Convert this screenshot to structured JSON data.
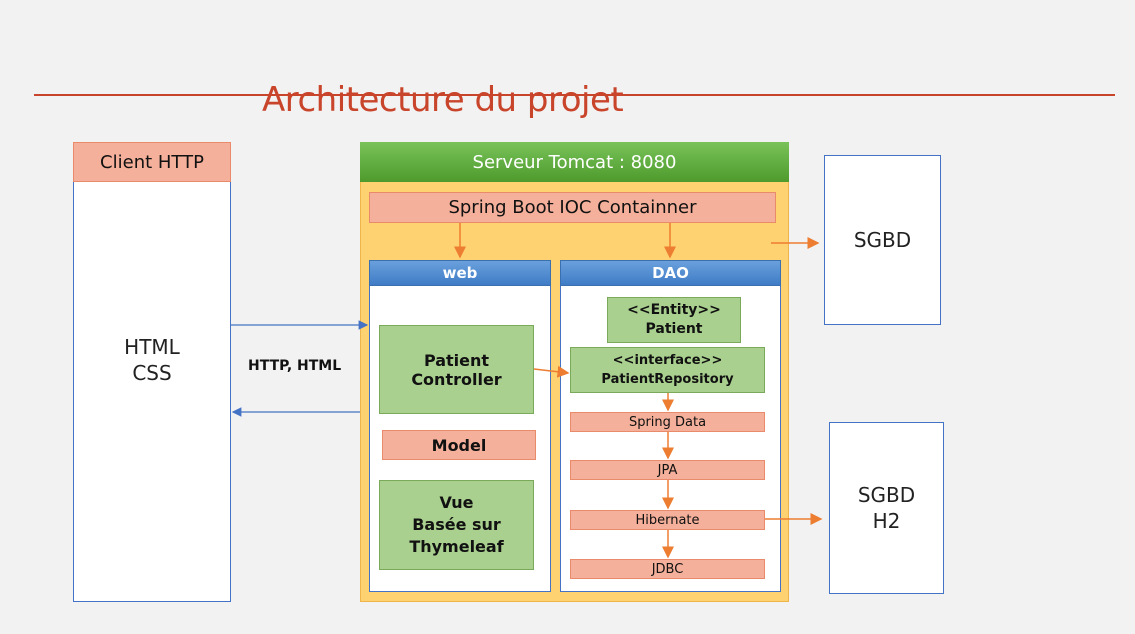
{
  "title": "Architecture du projet",
  "client": {
    "header": "Client HTTP",
    "lines": [
      "HTML",
      "CSS"
    ]
  },
  "connection_label": "HTTP, HTML",
  "server": {
    "header": "Serveur Tomcat : 8080",
    "container": "Spring Boot IOC Containner",
    "web": {
      "header": "web",
      "controller": [
        "Patient",
        "Controller"
      ],
      "model": "Model",
      "vue": [
        "Vue",
        "Basée sur",
        "Thymeleaf"
      ]
    },
    "dao": {
      "header": "DAO",
      "entity": [
        "<<Entity>>",
        "Patient"
      ],
      "repository": [
        "<<interface>>",
        "PatientRepository"
      ],
      "spring_data": "Spring Data",
      "jpa": "JPA",
      "hibernate": "Hibernate",
      "jdbc": "JDBC"
    }
  },
  "sgbd": "SGBD",
  "sgbd_h2": [
    "SGBD",
    "H2"
  ],
  "colors": {
    "title": "#c8442a",
    "salmon": "#f4b09a",
    "green": "#a9d08e",
    "tomcat_orange": "#ffd271",
    "blue_border": "#4472c4",
    "arrow_orange": "#ed7d31"
  }
}
